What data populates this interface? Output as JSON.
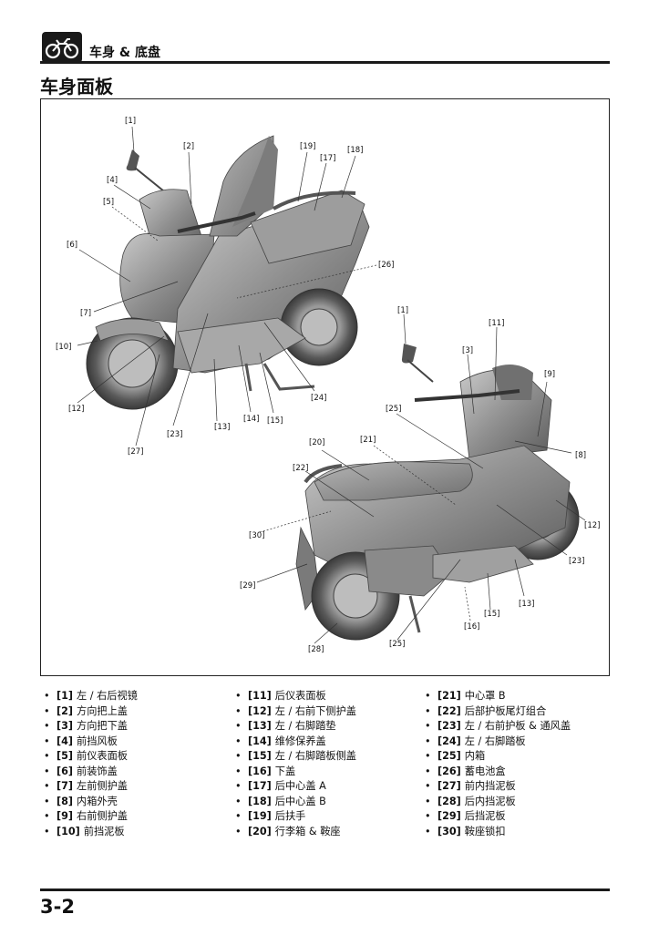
{
  "header": {
    "section": "车身 & 底盘",
    "icon": "motorcycle-icon"
  },
  "page_title": "车身面板",
  "figure": {
    "callouts_left": [
      "[1]",
      "[2]",
      "[19]",
      "[18]",
      "[4]",
      "[17]",
      "[5]",
      "[6]",
      "[26]",
      "[7]",
      "[10]",
      "[12]",
      "[24]",
      "[14]",
      "[15]",
      "[13]",
      "[23]",
      "[27]"
    ],
    "callouts_right": [
      "[1]",
      "[11]",
      "[3]",
      "[9]",
      "[25]",
      "[8]",
      "[20]",
      "[21]",
      "[22]",
      "[12]",
      "[30]",
      "[23]",
      "[29]",
      "[13]",
      "[15]",
      "[16]",
      "[28]",
      "[25]"
    ]
  },
  "legend": {
    "col1": [
      {
        "code": "[1]",
        "text": "左 / 右后视镜"
      },
      {
        "code": "[2]",
        "text": "方向把上盖"
      },
      {
        "code": "[3]",
        "text": "方向把下盖"
      },
      {
        "code": "[4]",
        "text": "前挡风板"
      },
      {
        "code": "[5]",
        "text": "前仪表面板"
      },
      {
        "code": "[6]",
        "text": "前装饰盖"
      },
      {
        "code": "[7]",
        "text": "左前侧护盖"
      },
      {
        "code": "[8]",
        "text": "内箱外壳"
      },
      {
        "code": "[9]",
        "text": "右前侧护盖"
      },
      {
        "code": "[10]",
        "text": "前挡泥板"
      }
    ],
    "col2": [
      {
        "code": "[11]",
        "text": "后仪表面板"
      },
      {
        "code": "[12]",
        "text": "左 / 右前下侧护盖"
      },
      {
        "code": "[13]",
        "text": "左 / 右脚踏垫"
      },
      {
        "code": "[14]",
        "text": "维修保养盖"
      },
      {
        "code": "[15]",
        "text": "左 / 右脚踏板侧盖"
      },
      {
        "code": "[16]",
        "text": "下盖"
      },
      {
        "code": "[17]",
        "text": "后中心盖 A"
      },
      {
        "code": "[18]",
        "text": "后中心盖 B"
      },
      {
        "code": "[19]",
        "text": "后扶手"
      },
      {
        "code": "[20]",
        "text": "行李箱 & 鞍座"
      }
    ],
    "col3": [
      {
        "code": "[21]",
        "text": "中心罩 B"
      },
      {
        "code": "[22]",
        "text": "后部护板尾灯组合"
      },
      {
        "code": "[23]",
        "text": "左 / 右前护板 & 通风盖"
      },
      {
        "code": "[24]",
        "text": "左 / 右脚踏板"
      },
      {
        "code": "[25]",
        "text": "内箱"
      },
      {
        "code": "[26]",
        "text": "蓄电池盒"
      },
      {
        "code": "[27]",
        "text": "前内挡泥板"
      },
      {
        "code": "[28]",
        "text": "后内挡泥板"
      },
      {
        "code": "[29]",
        "text": "后挡泥板"
      },
      {
        "code": "[30]",
        "text": "鞍座锁扣"
      }
    ]
  },
  "footer": {
    "page_number": "3-2"
  }
}
